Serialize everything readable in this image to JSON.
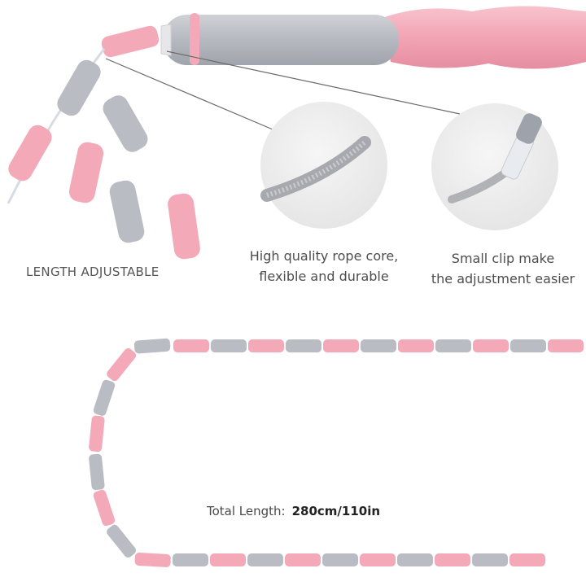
{
  "labels": {
    "length_adjustable": "LENGTH ADJUSTABLE",
    "rope_core_line1": "High quality rope core,",
    "rope_core_line2": "flexible and durable",
    "clip_line1": "Small clip make",
    "clip_line2": "the adjustment easier",
    "total_length_label": "Total Length:",
    "total_length_value": "280cm/110in"
  },
  "colors": {
    "pink": "#f4a9b8",
    "pink_dark": "#e891a3",
    "gray": "#b9bcc3",
    "gray_dark": "#9ea2aa",
    "zoom_bg": "#ededed"
  }
}
